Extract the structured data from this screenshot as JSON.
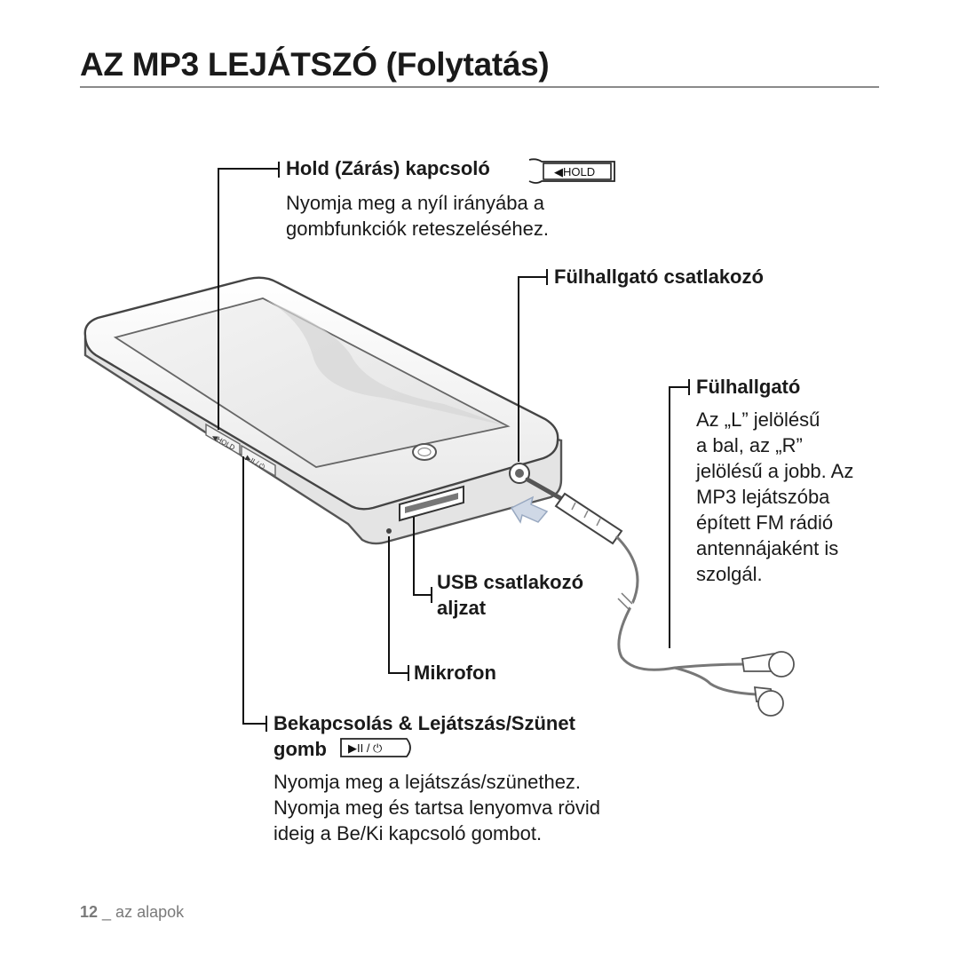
{
  "page": {
    "title": "AZ MP3 LEJÁTSZÓ (Folytatás)",
    "page_number": "12",
    "section": "_ az alapok"
  },
  "callouts": {
    "hold": {
      "label": "Hold (Zárás) kapcsoló",
      "icon_text": "◀HOLD",
      "description": "Nyomja meg a nyíl irányába a\ngombfunkciók reteszeléséhez."
    },
    "earphone_jack": {
      "label": "Fülhallgató csatlakozó"
    },
    "earphones": {
      "label": "Fülhallgató",
      "description": "Az „L” jelölésű\na bal, az „R”\njelölésű a jobb. Az\nMP3 lejátszóba\népített FM rádió\nantennájaként is\nszolgál."
    },
    "usb": {
      "label_line1": "USB csatlakozó",
      "label_line2": "aljzat"
    },
    "mic": {
      "label": "Mikrofon"
    },
    "power": {
      "label_line1": "Bekapcsolás & Lejátszás/Szünet",
      "label_line2": "gomb",
      "icon_text": "▶II / ⏻",
      "description": "Nyomja meg a lejátszás/szünethez.\nNyomja meg és tartsa lenyomva rövid\nideig a Be/Ki kapcsoló gombot."
    }
  },
  "device": {
    "side_hold_text": "◀HOLD",
    "side_play_text": "▶II / ⏻"
  }
}
